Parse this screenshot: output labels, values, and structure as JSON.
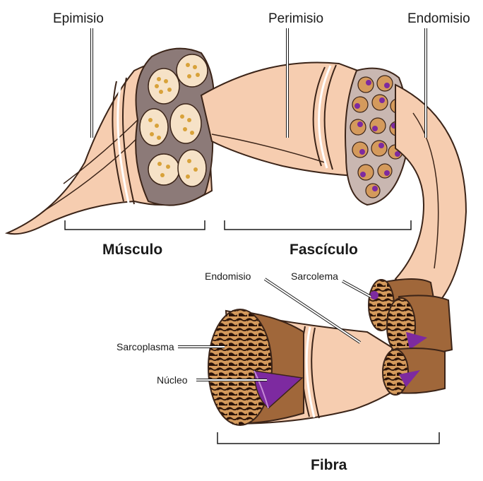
{
  "labels": {
    "epimisio": "Epimisio",
    "perimisio": "Perimisio",
    "endomisio_top": "Endomisio",
    "endomisio_mid": "Endomisio",
    "sarcolema": "Sarcolema",
    "sarcoplasma": "Sarcoplasma",
    "nucleo": "Núcleo",
    "musculo": "Músculo",
    "fasciculo": "Fascículo",
    "fibra": "Fibra"
  },
  "colors": {
    "muscle_skin": "#f6cdb0",
    "fiber_brown": "#a0673a",
    "fiber_spots": "#2a1208",
    "fiber_tan": "#d49a5c",
    "nucleus_purple": "#7d2aa0",
    "fascicle_gray": "#8c7a78",
    "outline": "#3b2418"
  }
}
